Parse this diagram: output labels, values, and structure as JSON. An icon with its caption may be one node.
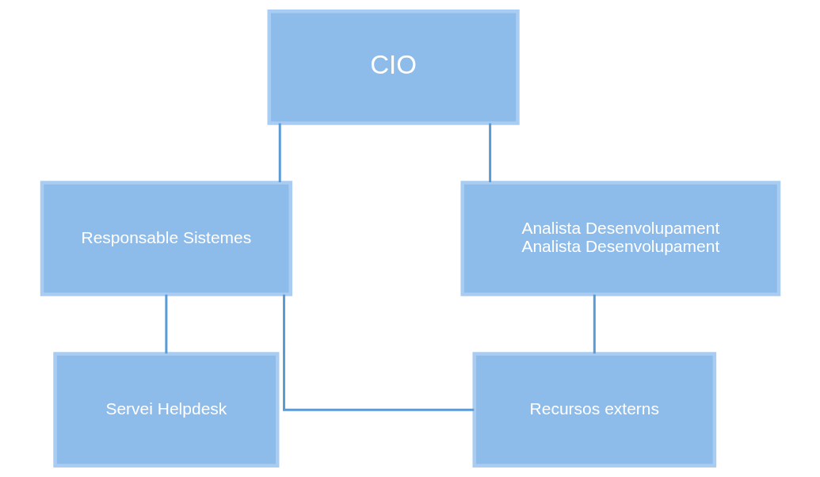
{
  "diagram": {
    "nodes": [
      {
        "text": [
          "CIO"
        ]
      },
      {
        "text": [
          "Responsable Sistemes"
        ]
      },
      {
        "text": [
          "Analista Desenvolupament",
          "Analista Desenvolupament"
        ]
      },
      {
        "text": [
          "Servei Helpdesk"
        ]
      },
      {
        "text": [
          "Recursos externs"
        ]
      }
    ],
    "edges": [
      {
        "from": 0,
        "to": 1,
        "arrow": "none"
      },
      {
        "from": 0,
        "to": 2,
        "arrow": "none"
      },
      {
        "from": 1,
        "to": 3,
        "arrow": "none"
      },
      {
        "from": 1,
        "to": 4,
        "arrow": "none"
      },
      {
        "from": 2,
        "to": 4,
        "arrow": "none"
      }
    ]
  }
}
